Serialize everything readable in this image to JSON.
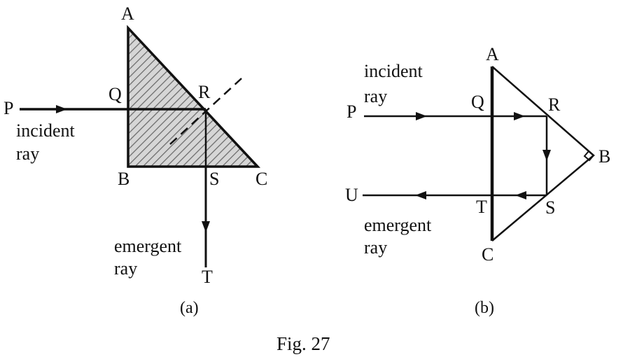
{
  "figure": {
    "caption": "Fig. 27",
    "panel_a": {
      "caption": "(a)",
      "points": {
        "A": "A",
        "B": "B",
        "C": "C",
        "P": "P",
        "Q": "Q",
        "R": "R",
        "S": "S",
        "T": "T"
      },
      "incident_label_1": "incident",
      "incident_label_2": "ray",
      "emergent_label_1": "emergent",
      "emergent_label_2": "ray"
    },
    "panel_b": {
      "caption": "(b)",
      "points": {
        "A": "A",
        "B": "B",
        "C": "C",
        "P": "P",
        "Q": "Q",
        "R": "R",
        "S": "S",
        "T": "T",
        "U": "U"
      },
      "incident_label_1": "incident",
      "incident_label_2": "ray",
      "emergent_label_1": "emergent",
      "emergent_label_2": "ray"
    }
  }
}
